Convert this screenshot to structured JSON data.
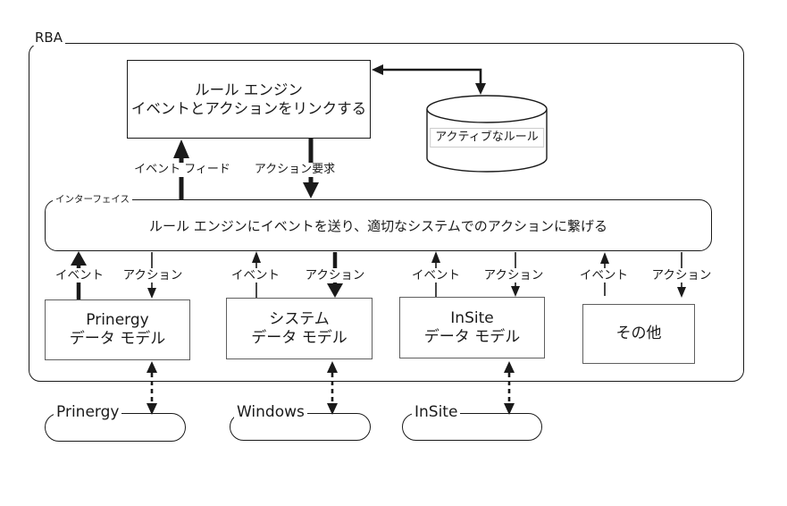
{
  "diagram": {
    "container_label": "RBA",
    "rule_engine": {
      "title": "ルール エンジン",
      "subtitle": "イベントとアクションをリンクする"
    },
    "active_rules_label": "アクティブなルール",
    "event_feed_label": "イベント フィード",
    "action_request_label": "アクション要求",
    "interface": {
      "label": "インターフェイス",
      "description": "ルール エンジンにイベントを送り、適切なシステムでのアクションに繋げる"
    },
    "channels": [
      {
        "event_label": "イベント",
        "action_label": "アクション"
      },
      {
        "event_label": "イベント",
        "action_label": "アクション"
      },
      {
        "event_label": "イベント",
        "action_label": "アクション"
      },
      {
        "event_label": "イベント",
        "action_label": "アクション"
      }
    ],
    "models": [
      {
        "line1": "Prinergy",
        "line2": "データ モデル"
      },
      {
        "line1": "システム",
        "line2": "データ モデル"
      },
      {
        "line1": "InSite",
        "line2": "データ モデル"
      },
      {
        "line1": "その他",
        "line2": ""
      }
    ],
    "systems": [
      {
        "label": "Prinergy"
      },
      {
        "label": "Windows"
      },
      {
        "label": "InSite"
      }
    ],
    "colors": {
      "line": "#1a1a1a",
      "model_border": "#5f5f5f",
      "background": "#ffffff"
    }
  }
}
